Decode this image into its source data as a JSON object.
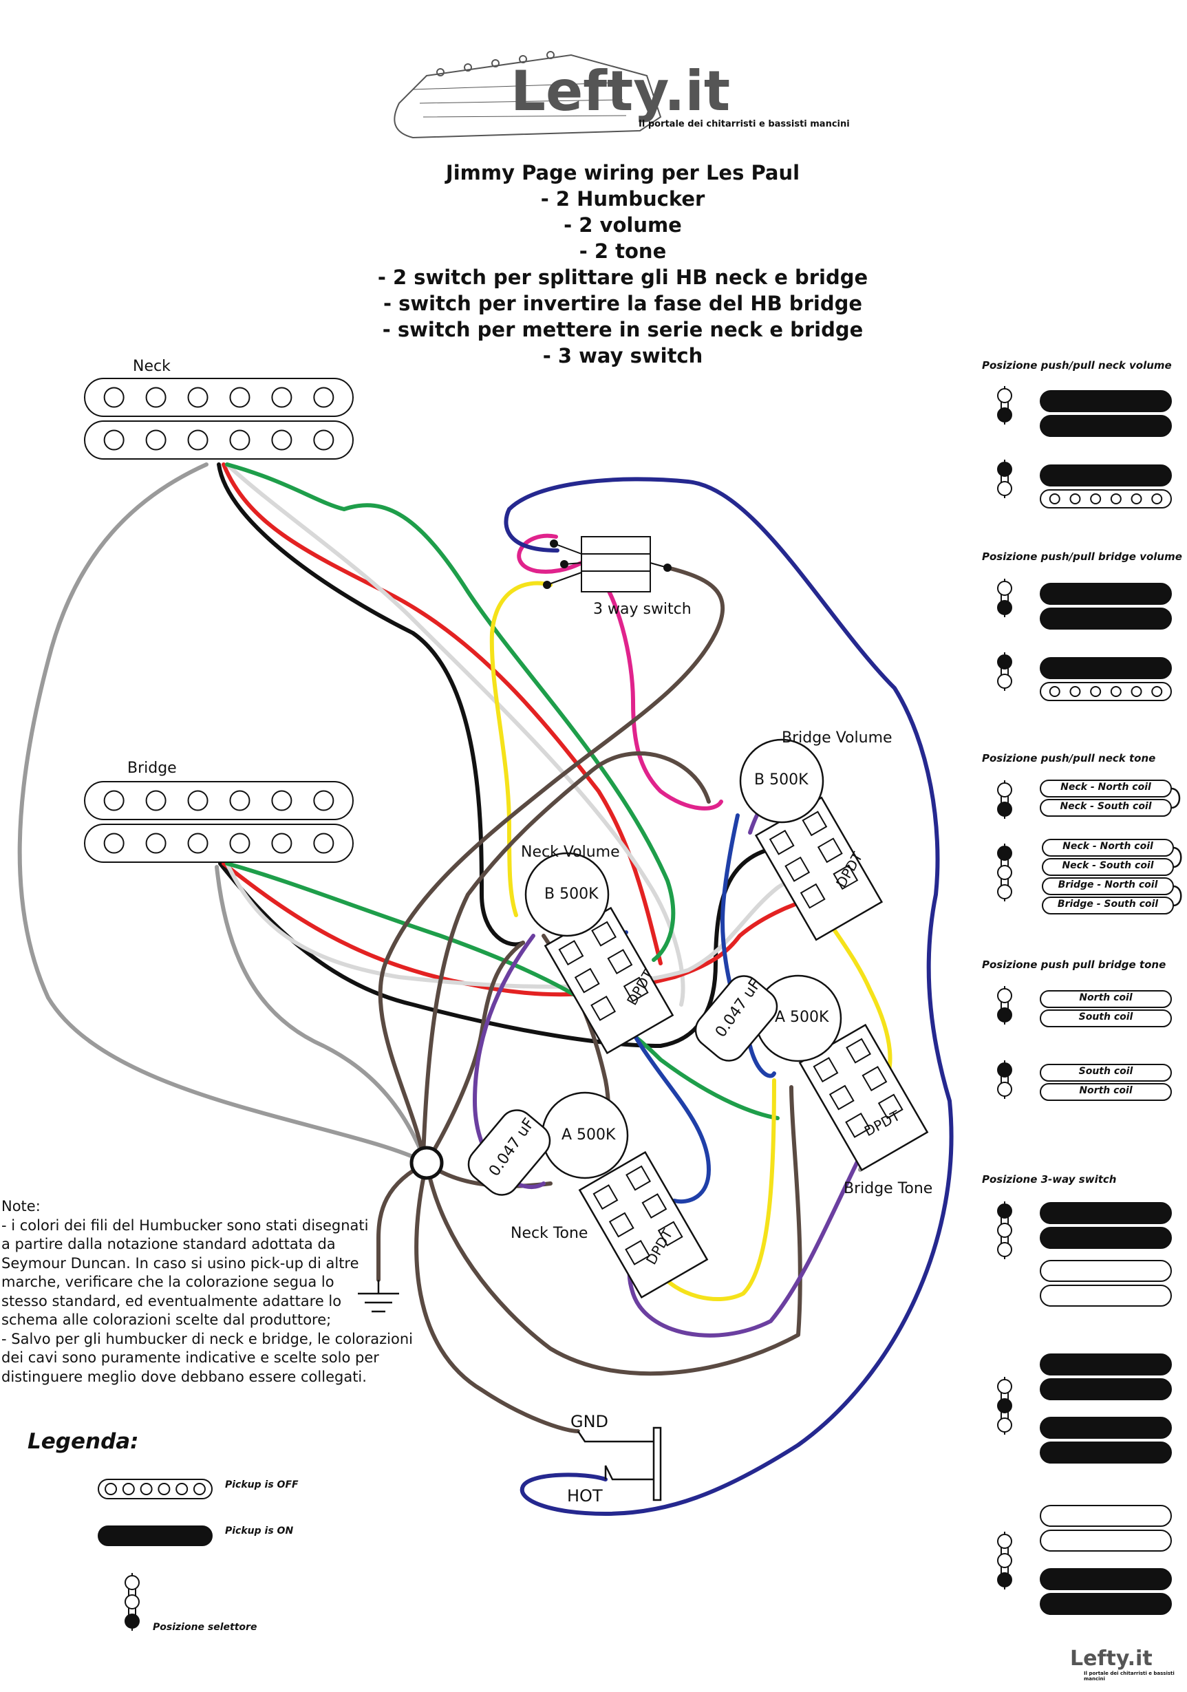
{
  "logo": {
    "name": "Lefty.it",
    "tagline": "Il portale dei chitarristi e bassisti mancini"
  },
  "title_lines": [
    "Jimmy Page wiring per Les Paul",
    "- 2 Humbucker",
    "- 2 volume",
    "- 2 tone",
    "- 2 switch per splittare gli HB neck e bridge",
    "- switch per invertire la fase del HB bridge",
    "- switch per mettere in serie neck e bridge",
    "- 3 way switch"
  ],
  "components": {
    "neck_pickup": "Neck",
    "bridge_pickup": "Bridge",
    "three_way_switch": "3 way switch",
    "neck_volume": "Neck Volume",
    "bridge_volume": "Bridge Volume",
    "neck_tone": "Neck Tone",
    "bridge_tone": "Bridge Tone",
    "pot_b": "B 500K",
    "pot_a": "A 500K",
    "capacitor": "0.047 uF",
    "dpdt": "DPDT",
    "gnd": "GND",
    "hot": "HOT"
  },
  "side_panel": {
    "neck_volume_title": "Posizione push/pull  neck volume",
    "bridge_volume_title": "Posizione push/pull bridge volume",
    "neck_tone_title": "Posizione push/pull neck tone",
    "bridge_tone_title": "Posizione push pull bridge tone",
    "three_way_title": "Posizione 3-way switch",
    "neck_tone_coils_a": [
      "Neck - North coil",
      "Neck - South coil"
    ],
    "neck_tone_coils_b": [
      "Neck - North coil",
      "Neck - South coil",
      "Bridge - North coil",
      "Bridge - South coil"
    ],
    "bridge_tone_coils_a": [
      "North coil",
      "South coil"
    ],
    "bridge_tone_coils_b": [
      "South coil",
      "North coil"
    ]
  },
  "notes": [
    "Note:",
    "- i colori dei fili del Humbucker sono stati disegnati",
    "a partire dalla notazione standard adottata da",
    "Seymour Duncan. In caso si usino pick-up di altre",
    "marche, verificare che la colorazione segua lo",
    "stesso standard, ed eventualmente adattare lo",
    "schema alle colorazioni scelte dal produttore;",
    "- Salvo per gli humbucker di neck e bridge, le colorazioni",
    "dei cavi sono puramente indicative e scelte solo per",
    "distinguere meglio dove debbano essere collegati."
  ],
  "legend": {
    "title": "Legenda:",
    "off": "Pickup is OFF",
    "on": "Pickup is ON",
    "selector": "Posizione selettore"
  },
  "colors": {
    "red": "#e32222",
    "green": "#1e9e4a",
    "black": "#111111",
    "white_wire": "#d8d8d8",
    "gray": "#9a9a9a",
    "brown": "#5a4a42",
    "yellow": "#f5e21a",
    "magenta": "#e0238c",
    "purple": "#6b3fa0",
    "blue": "#1f3fa8",
    "navy": "#25288f"
  }
}
